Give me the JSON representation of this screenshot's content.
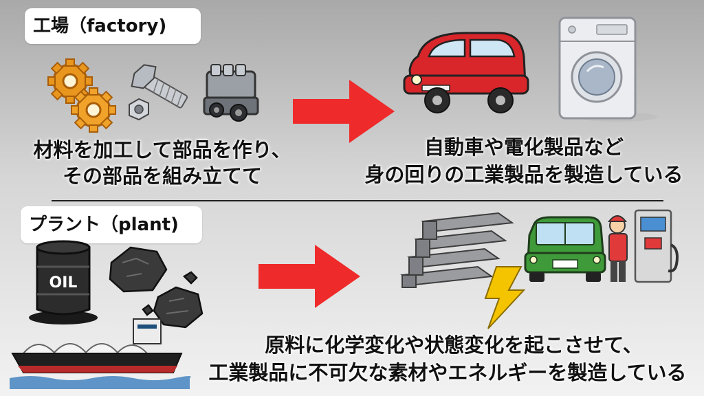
{
  "factory": {
    "label": "工場（factory)",
    "description_line1": "材料を加工して部品を作り、",
    "description_line2": "その部品を組み立てて",
    "result_line1": "自動車や電化製品など",
    "result_line2": "身の回りの工業製品を製造している"
  },
  "plant": {
    "label": "プラント（plant)",
    "oil_text": "OIL",
    "result_line1": "原料に化学変化や状態変化を起こさせて、",
    "result_line2": "工業製品に不可欠な素材やエネルギーを製造している"
  },
  "colors": {
    "arrow": "#ef2a2a",
    "car_red": "#d8262b",
    "car_green": "#3f9a3a",
    "gear": "#e8961e",
    "lightning": "#f5c400"
  },
  "icons": [
    "gear-icon",
    "bolt-nut-icon",
    "engine-icon",
    "red-car-icon",
    "washing-machine-icon",
    "oil-drum-icon",
    "coal-icon",
    "tanker-ship-icon",
    "steel-beams-icon",
    "lightning-icon",
    "green-car-icon",
    "gas-station-attendant-icon"
  ]
}
